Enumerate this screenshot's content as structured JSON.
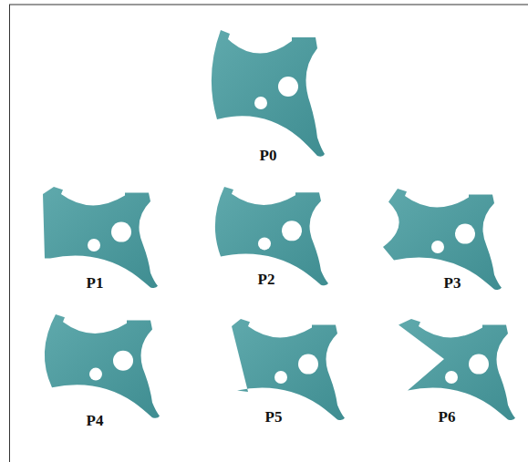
{
  "diagram": {
    "labels": [
      "P0",
      "P1",
      "P2",
      "P3",
      "P4",
      "P5",
      "P6"
    ]
  }
}
